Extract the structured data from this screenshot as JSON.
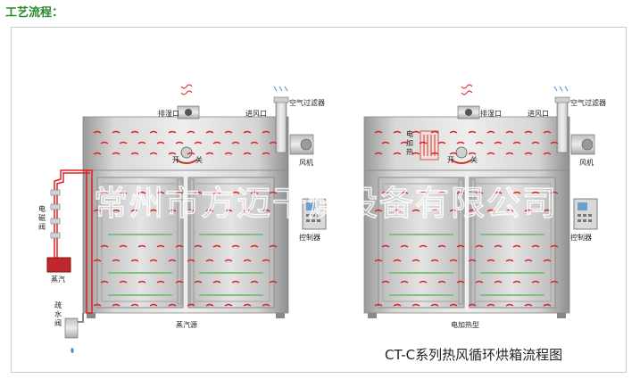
{
  "heading": "工艺流程：",
  "left_unit": {
    "exhaust": "排湿口",
    "air_in": "进风口",
    "air_filter": "空气过滤器",
    "open": "开",
    "close": "关",
    "fan": "风机",
    "controller": "控制器",
    "solenoid_valve": "电磁阀",
    "steam": "蒸汽",
    "drain_valve": "疏水阀",
    "bottom": "蒸汽源"
  },
  "right_unit": {
    "exhaust": "排湿口",
    "air_in": "进风口",
    "air_filter": "空气过滤器",
    "heater": "电加热",
    "open": "开",
    "close": "关",
    "fan": "风机",
    "controller": "控制器",
    "bottom": "电加热型"
  },
  "watermark": "常州市方迈干燥设备有限公司",
  "caption": "CT-C系列热风循环烘箱流程图",
  "colors": {
    "heading": "#2a8a2a",
    "flow": "#e02020",
    "air": "#3b8fd6"
  }
}
